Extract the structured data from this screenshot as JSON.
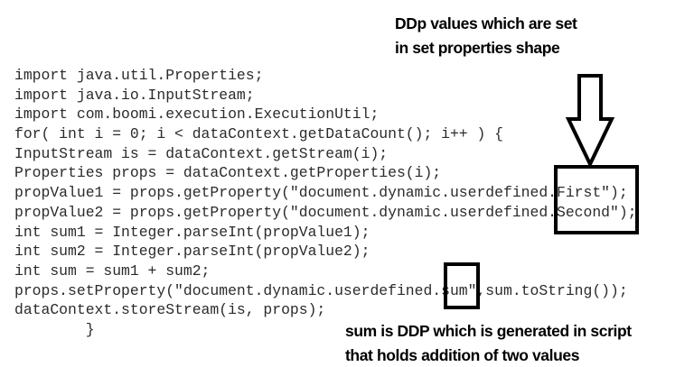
{
  "annotations": {
    "top_caption": {
      "lines": [
        "DDp values which are set",
        "in set properties shape"
      ]
    },
    "bottom_caption": {
      "lines": [
        "sum is DDP which  is generated in script",
        "that holds addition of two values"
      ]
    }
  },
  "code": {
    "lines": [
      "import java.util.Properties;",
      "import java.io.InputStream;",
      "import com.boomi.execution.ExecutionUtil;",
      "for( int i = 0; i < dataContext.getDataCount(); i++ ) {",
      "InputStream is = dataContext.getStream(i);",
      "Properties props = dataContext.getProperties(i);",
      "propValue1 = props.getProperty(\"document.dynamic.userdefined.First\");",
      "propValue2 = props.getProperty(\"document.dynamic.userdefined.Second\");",
      "int sum1 = Integer.parseInt(propValue1);",
      "int sum2 = Integer.parseInt(propValue2);",
      "int sum = sum1 + sum2;",
      "props.setProperty(\"document.dynamic.userdefined.sum\",sum.toString());",
      "dataContext.storeStream(is, props);",
      "        }"
    ]
  },
  "highlights": {
    "ddp_names_box": [
      "First",
      "Second"
    ],
    "sum_box": "sum"
  },
  "colors": {
    "code_text": "#2b2b2b",
    "annotation_text": "#000000",
    "outline": "#000000",
    "background": "#ffffff"
  }
}
